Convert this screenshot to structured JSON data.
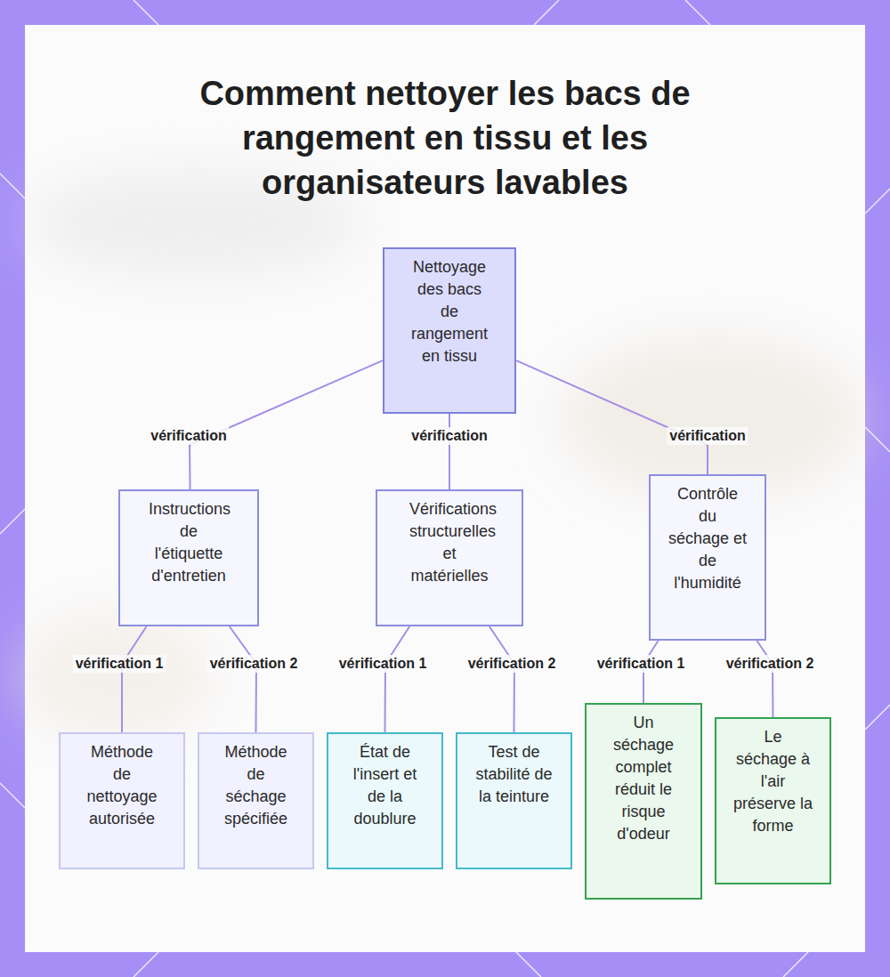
{
  "diagram": {
    "title": "Comment nettoyer les bacs de rangement en tissu et les organisateurs lavables",
    "nodes": [
      {
        "text": [
          "Nettoyage des bacs de rangement en tissu"
        ]
      },
      {
        "text": [
          "Instructions de l'étiquette d'entretien"
        ]
      },
      {
        "text": [
          "Vérifications structurelles et matérielles"
        ]
      },
      {
        "text": [
          "Contrôle du séchage et de l'humidité"
        ]
      },
      {
        "text": [
          "Méthode de nettoyage autorisée"
        ]
      },
      {
        "text": [
          "Méthode de séchage spécifiée"
        ]
      },
      {
        "text": [
          "État de l'insert et de la doublure"
        ]
      },
      {
        "text": [
          "Test de stabilité de la teinture"
        ]
      },
      {
        "text": [
          "Un séchage complet réduit le risque d'odeur"
        ]
      },
      {
        "text": [
          "Le séchage à l'air préserve la forme"
        ]
      }
    ],
    "edges": [
      {
        "from": 0,
        "to": 1,
        "label": "vérification",
        "arrow": "none"
      },
      {
        "from": 0,
        "to": 2,
        "label": "vérification",
        "arrow": "none"
      },
      {
        "from": 0,
        "to": 3,
        "label": "vérification",
        "arrow": "none"
      },
      {
        "from": 1,
        "to": 4,
        "label": "vérification 1",
        "arrow": "none"
      },
      {
        "from": 1,
        "to": 5,
        "label": "vérification 2",
        "arrow": "none"
      },
      {
        "from": 2,
        "to": 6,
        "label": "vérification 1",
        "arrow": "none"
      },
      {
        "from": 2,
        "to": 7,
        "label": "vérification 2",
        "arrow": "none"
      },
      {
        "from": 3,
        "to": 8,
        "label": "vérification 1",
        "arrow": "none"
      },
      {
        "from": 3,
        "to": 9,
        "label": "vérification 2",
        "arrow": "none"
      }
    ]
  }
}
